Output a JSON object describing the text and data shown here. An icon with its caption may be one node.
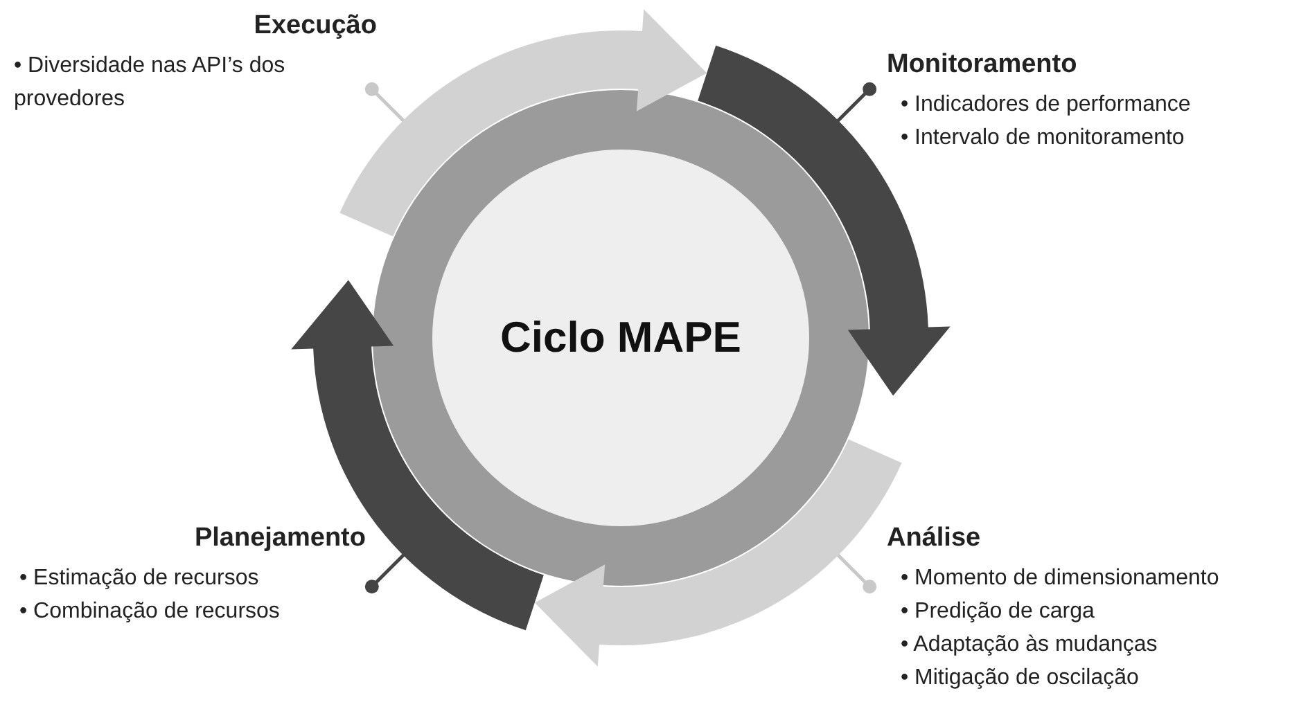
{
  "diagram": {
    "nodes": [
      {
        "text": [
          "Execução",
          "• Diversidade nas API’s dos provedores"
        ]
      },
      {
        "text": [
          "Monitoramento",
          "• Indicadores de performance",
          "• Intervalo de monitoramento"
        ]
      },
      {
        "text": [
          "Ciclo MAPE"
        ]
      },
      {
        "text": [
          "Planejamento",
          "• Estimação de recursos",
          "• Combinação de recursos"
        ]
      },
      {
        "text": [
          "Análise",
          "• Momento de dimensionamento",
          "• Predição de carga",
          "• Adaptação às mudanças",
          "• Mitigação de oscilação"
        ]
      }
    ],
    "edges": [
      {
        "from": 0,
        "to": 1,
        "arrow": "to",
        "style": "thick",
        "color": "#d2d2d2"
      },
      {
        "from": 1,
        "to": 4,
        "arrow": "to",
        "style": "thick",
        "color": "#464646"
      },
      {
        "from": 4,
        "to": 3,
        "arrow": "to",
        "style": "thick",
        "color": "#d2d2d2"
      },
      {
        "from": 3,
        "to": 0,
        "arrow": "to",
        "style": "thick",
        "color": "#464646"
      },
      {
        "from": 0,
        "to": null,
        "arrow": "other",
        "color": "#c8c8c8"
      },
      {
        "from": 1,
        "to": null,
        "arrow": "other",
        "color": "#444444"
      },
      {
        "from": 4,
        "to": null,
        "arrow": "other",
        "color": "#c8c8c8"
      },
      {
        "from": 3,
        "to": null,
        "arrow": "other",
        "color": "#444444"
      }
    ]
  }
}
